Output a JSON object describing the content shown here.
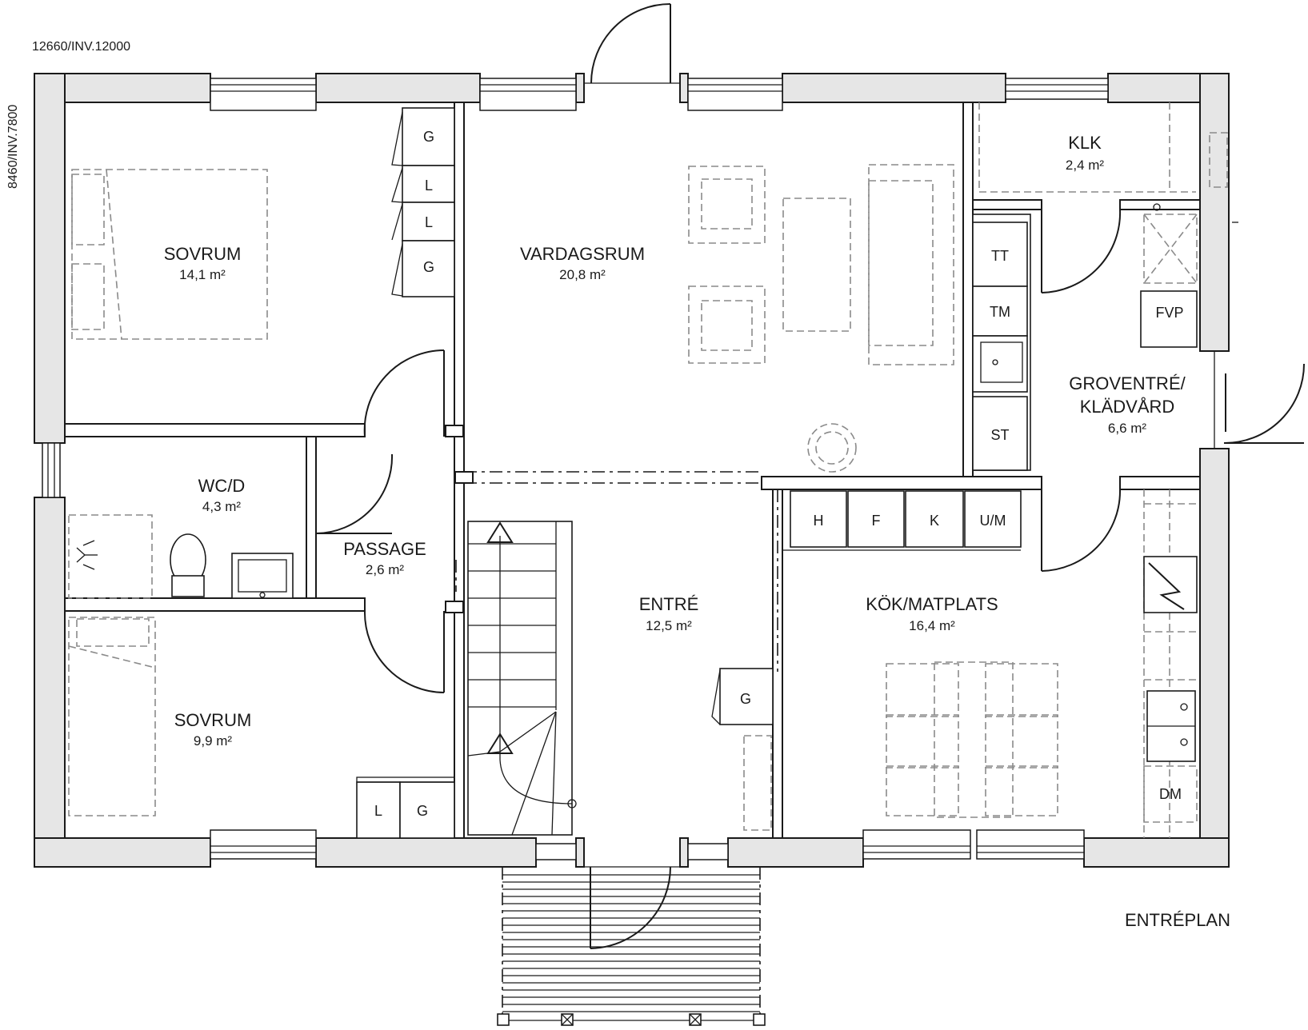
{
  "plan": {
    "width_dim": "12660/INV.12000",
    "depth_dim": "8460/INV.7800",
    "floor_label": "ENTRÉPLAN"
  },
  "rooms": {
    "sovrum1": {
      "name": "SOVRUM",
      "area": "14,1 m²"
    },
    "vardagsrum": {
      "name": "VARDAGSRUM",
      "area": "20,8 m²"
    },
    "klk": {
      "name": "KLK",
      "area": "2,4 m²"
    },
    "groventre": {
      "name1": "GROVENTRÉ/",
      "name2": "KLÄDVÅRD",
      "area": "6,6 m²"
    },
    "wc": {
      "name": "WC/D",
      "area": "4,3 m²"
    },
    "passage": {
      "name": "PASSAGE",
      "area": "2,6 m²"
    },
    "entre": {
      "name": "ENTRÉ",
      "area": "12,5 m²"
    },
    "kok": {
      "name": "KÖK/MATPLATS",
      "area": "16,4 m²"
    },
    "sovrum2": {
      "name": "SOVRUM",
      "area": "9,9 m²"
    }
  },
  "fixtures": {
    "wardrobe_g1": "G",
    "wardrobe_l1": "L",
    "wardrobe_l2": "L",
    "wardrobe_g2": "G",
    "tt": "TT",
    "tm": "TM",
    "st": "ST",
    "fvp": "FVP",
    "h": "H",
    "f": "F",
    "k": "K",
    "um": "U/M",
    "entre_g": "G",
    "sovrum2_l": "L",
    "sovrum2_g": "G",
    "dm": "DM"
  }
}
